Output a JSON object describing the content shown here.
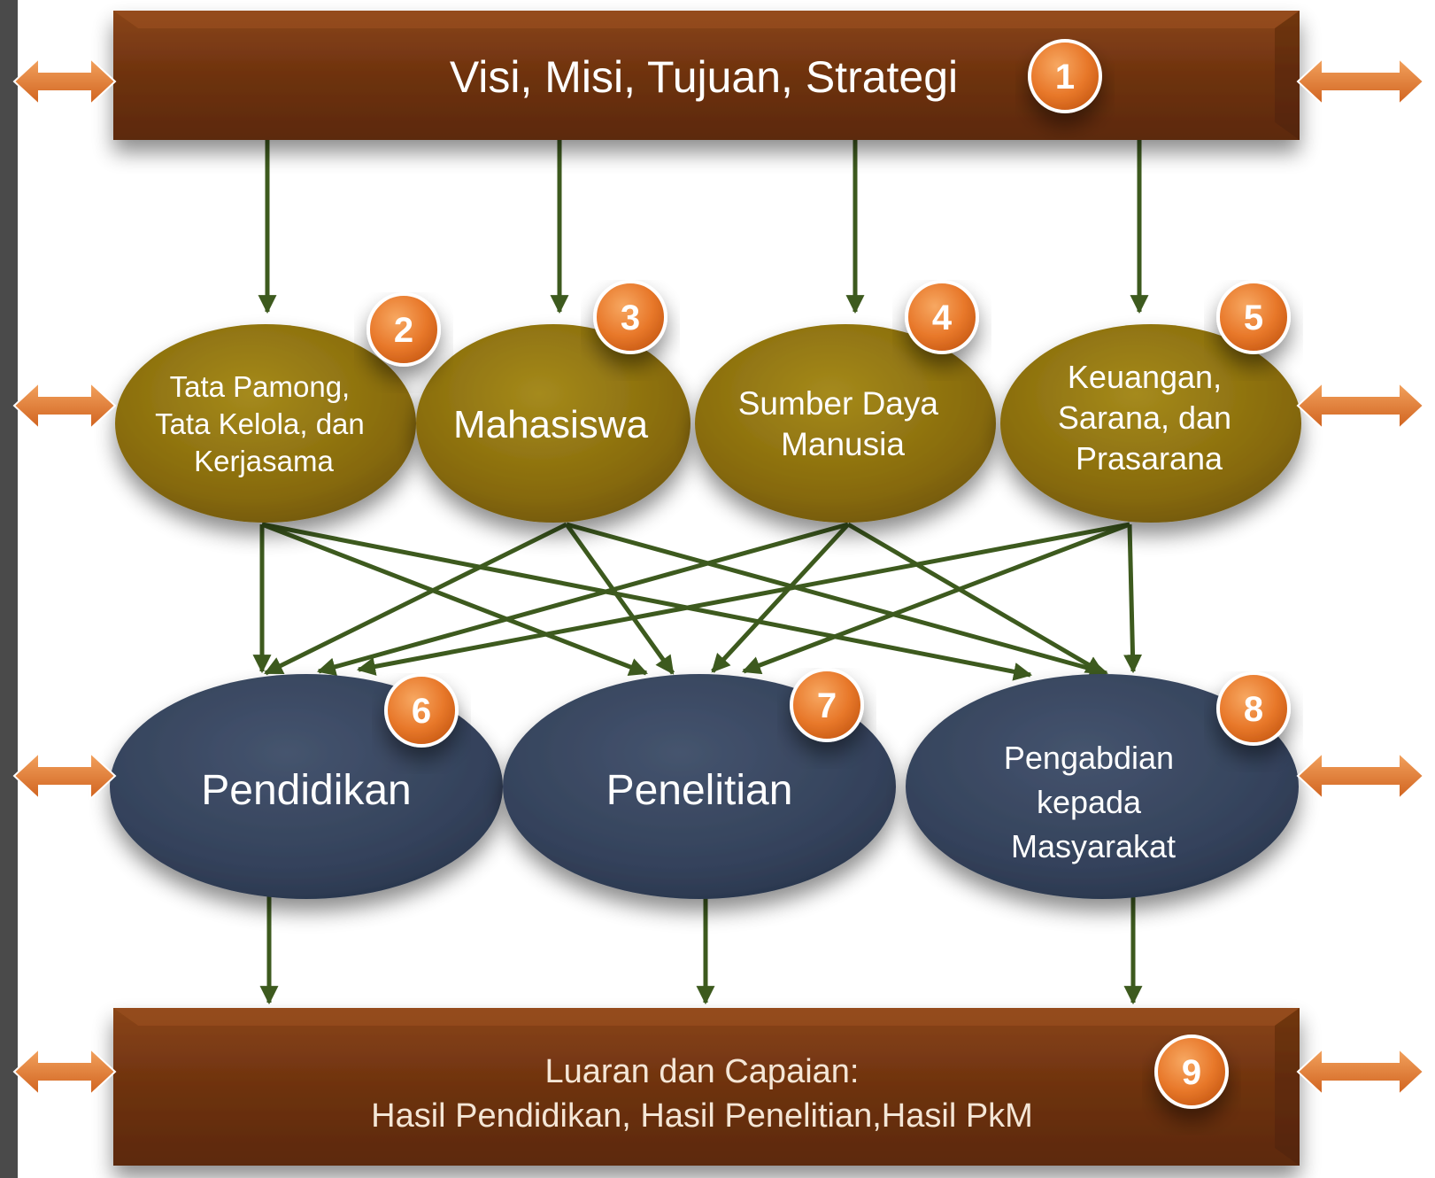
{
  "colors": {
    "bar_brown": "#7a3a12",
    "ellipse_gold": "#8a6e0c",
    "ellipse_navy": "#34425a",
    "badge_orange": "#e8782a",
    "arrow_green": "#3d5a1e",
    "side_arrow_orange": "#e07a2c"
  },
  "top_bar": {
    "label": "Visi, Misi, Tujuan, Strategi",
    "badge": "1"
  },
  "middle_nodes": [
    {
      "lines": [
        "Tata Pamong,",
        "Tata Kelola, dan",
        "Kerjasama"
      ],
      "badge": "2"
    },
    {
      "lines": [
        "Mahasiswa"
      ],
      "badge": "3"
    },
    {
      "lines": [
        "Sumber Daya",
        "Manusia"
      ],
      "badge": "4"
    },
    {
      "lines": [
        "Keuangan,",
        "Sarana, dan",
        "Prasarana"
      ],
      "badge": "5"
    }
  ],
  "lower_nodes": [
    {
      "lines": [
        "Pendidikan"
      ],
      "badge": "6"
    },
    {
      "lines": [
        "Penelitian"
      ],
      "badge": "7"
    },
    {
      "lines": [
        "Pengabdian",
        "kepada",
        "Masyarakat"
      ],
      "badge": "8"
    }
  ],
  "bottom_bar": {
    "line1": "Luaran dan Capaian:",
    "line2": "Hasil Pendidikan, Hasil Penelitian,Hasil PkM",
    "badge": "9"
  },
  "icons": {
    "side_arrow": "double-headed-arrow-icon",
    "flow_arrow": "arrow-down-icon"
  }
}
